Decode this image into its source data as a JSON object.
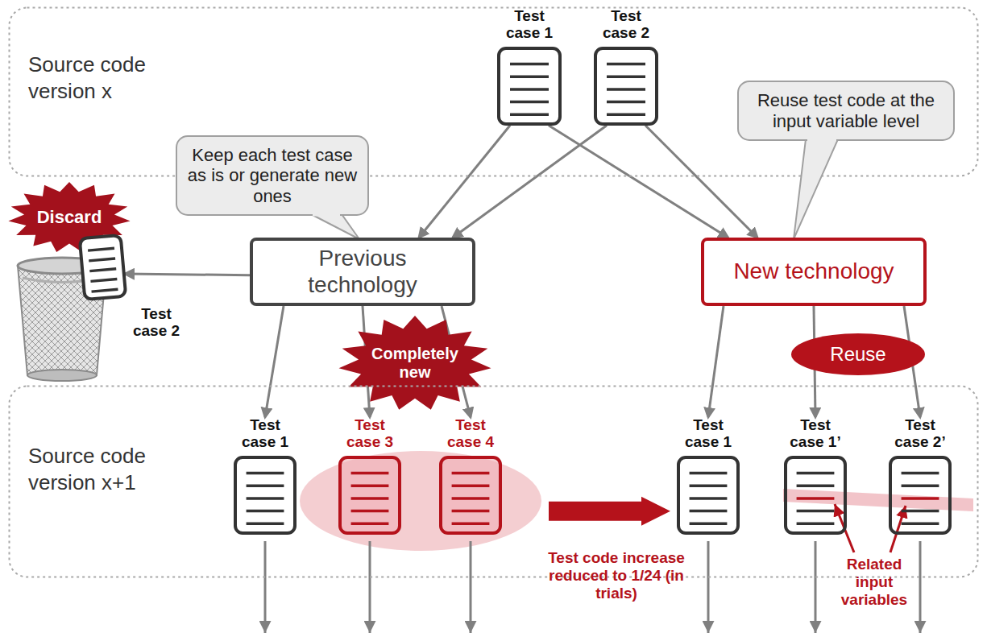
{
  "diagram": {
    "nodes": [
      {
        "text": [
          "Source code version x"
        ]
      },
      {
        "text": [
          "Test case 1"
        ],
        "in": 0
      },
      {
        "text": [
          "Test case 2"
        ],
        "in": 0
      },
      {
        "text": [
          "Keep each test case as is or generate new ones"
        ]
      },
      {
        "text": [
          "Reuse test code at the input variable level"
        ]
      },
      {
        "text": [
          "Previous technology"
        ]
      },
      {
        "text": [
          "New technology"
        ]
      },
      {
        "text": [
          "Discard"
        ]
      },
      {
        "text": [
          "Test case 2"
        ]
      },
      {
        "text": [
          "Completely new"
        ]
      },
      {
        "text": [
          "Reuse"
        ]
      },
      {
        "text": [
          "Source code version x+1"
        ]
      },
      {
        "text": [
          "Test case 1"
        ],
        "in": 11
      },
      {
        "text": [
          "Test case 3"
        ],
        "in": 11
      },
      {
        "text": [
          "Test case 4"
        ],
        "in": 11
      },
      {
        "text": [
          "Test case 1"
        ],
        "in": 11
      },
      {
        "text": [
          "Test case 1’"
        ],
        "in": 11
      },
      {
        "text": [
          "Test case 2’"
        ],
        "in": 11
      }
    ],
    "edges": [
      {
        "from": 1,
        "to": 5,
        "arrow": "to"
      },
      {
        "from": 2,
        "to": 5,
        "arrow": "to"
      },
      {
        "from": 1,
        "to": 6,
        "arrow": "to"
      },
      {
        "from": 2,
        "to": 6,
        "arrow": "to"
      },
      {
        "from": 5,
        "to": 8,
        "arrow": "to"
      },
      {
        "from": 5,
        "to": 12,
        "arrow": "to"
      },
      {
        "from": 5,
        "to": 13,
        "arrow": "to"
      },
      {
        "from": 5,
        "to": 14,
        "arrow": "to"
      },
      {
        "from": 6,
        "to": 15,
        "arrow": "to"
      },
      {
        "from": 6,
        "to": 16,
        "arrow": "to"
      },
      {
        "from": 6,
        "to": 17,
        "arrow": "to"
      },
      {
        "from": 14,
        "to": 15,
        "arrow": "to"
      }
    ],
    "labels": [
      "Test code increase reduced to 1/24 (in trials)",
      "Related input variables"
    ]
  }
}
